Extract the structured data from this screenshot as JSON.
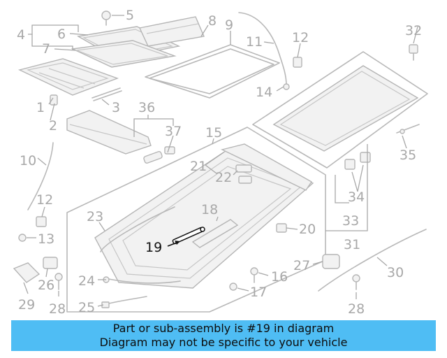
{
  "diagram": {
    "highlight_color": "#000000",
    "callout_color": "#a8a8a8",
    "highlighted_part": "19",
    "callouts": [
      "1",
      "2",
      "3",
      "4",
      "5",
      "6",
      "7",
      "8",
      "9",
      "10",
      "11",
      "12",
      "12",
      "13",
      "14",
      "15",
      "16",
      "17",
      "18",
      "19",
      "20",
      "21",
      "22",
      "23",
      "24",
      "25",
      "26",
      "27",
      "28",
      "28",
      "29",
      "30",
      "31",
      "32",
      "33",
      "34",
      "35",
      "36",
      "37"
    ]
  },
  "banner": {
    "line1": "Part or sub-assembly is #19 in diagram",
    "line2": "Diagram may not be specific to your vehicle",
    "background": "#4fbdf4"
  }
}
